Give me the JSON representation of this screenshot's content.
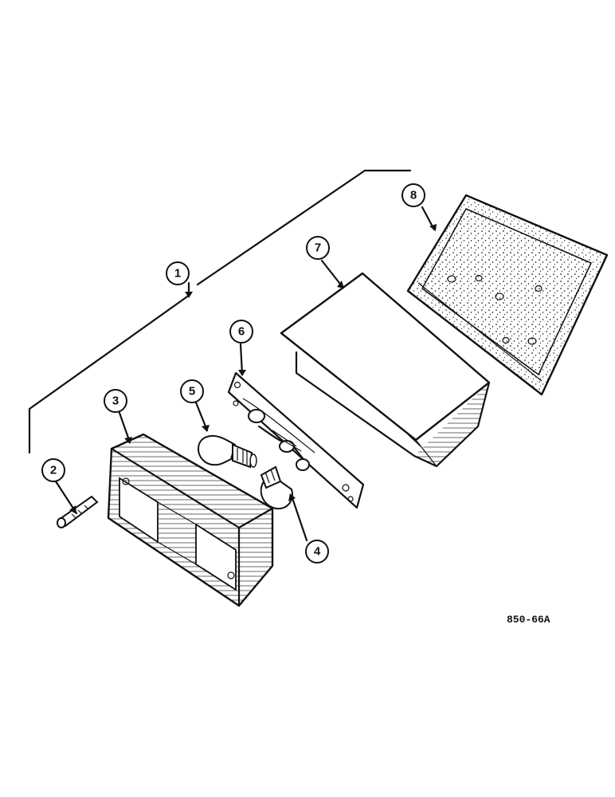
{
  "callouts": [
    {
      "id": "1",
      "label": "1"
    },
    {
      "id": "2",
      "label": "2"
    },
    {
      "id": "3",
      "label": "3"
    },
    {
      "id": "4",
      "label": "4"
    },
    {
      "id": "5",
      "label": "5"
    },
    {
      "id": "6",
      "label": "6"
    },
    {
      "id": "7",
      "label": "7"
    },
    {
      "id": "8",
      "label": "8"
    }
  ],
  "drawing_code": "850-66A"
}
